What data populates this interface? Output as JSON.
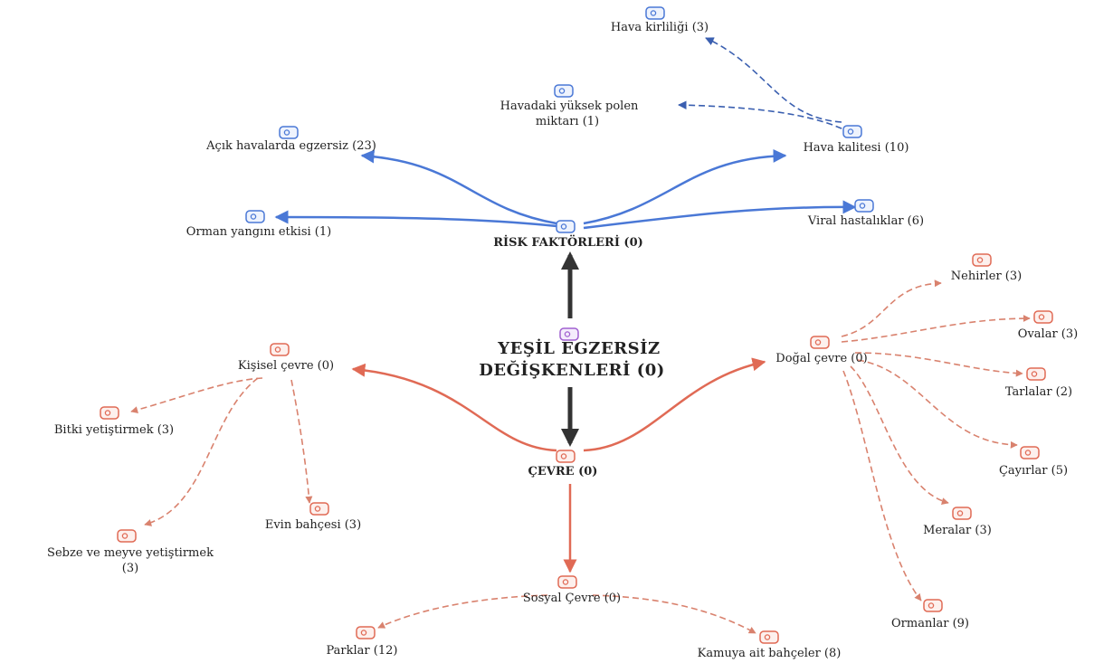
{
  "root": {
    "line1": "YEŞİL EGZERSİZ",
    "line2": "DEĞİŞKENLERİ (0)"
  },
  "risk": {
    "title": "RİSK FAKTÖRLERİ (0)",
    "children": {
      "orman_yangini": "Orman yangını etkisi (1)",
      "acik_hava": "Açık havalarda egzersiz (23)",
      "polen_1": "Havadaki yüksek polen",
      "polen_2": "miktarı (1)",
      "hava_kalitesi": "Hava kalitesi (10)",
      "hava_kirliligi": "Hava kirliliği (3)",
      "viral": "Viral hastalıklar (6)"
    }
  },
  "cevre": {
    "title": "ÇEVRE (0)",
    "kisisel": {
      "label": "Kişisel çevre (0)",
      "children": {
        "bitki": "Bitki yetiştirmek (3)",
        "sebze": "Sebze ve meyve yetiştirmek (3)",
        "evin": "Evin bahçesi (3)"
      }
    },
    "dogal": {
      "label": "Doğal çevre (0)",
      "children": {
        "nehirler": "Nehirler (3)",
        "ovalar": "Ovalar (3)",
        "tarlalar": "Tarlalar (2)",
        "cayirlar": "Çayırlar (5)",
        "meralar": "Meralar (3)",
        "ormanlar": "Ormanlar (9)"
      }
    },
    "sosyal": {
      "label": "Sosyal Çevre (0)",
      "children": {
        "parklar": "Parklar (12)",
        "kamuya": "Kamuya ait bahçeler (8)"
      }
    }
  },
  "colors": {
    "root_stroke": "#333333",
    "root_icon": "#a060d0",
    "risk": "#4a78d6",
    "risk_dashed": "#3a5fb0",
    "cevre": "#e06a55",
    "cevre_dashed": "#d9826e"
  }
}
